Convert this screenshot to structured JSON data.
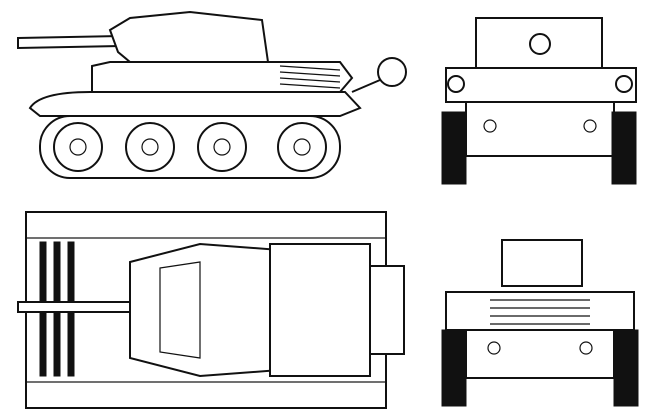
{
  "drawing": {
    "views": [
      "side-view",
      "front-view",
      "top-view",
      "rear-view"
    ],
    "colors": {
      "ink": "#111111",
      "paper": "#ffffff"
    }
  }
}
